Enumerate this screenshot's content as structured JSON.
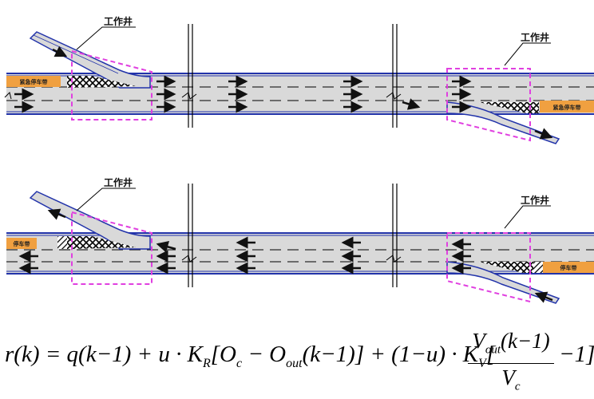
{
  "callouts": {
    "workwell": "工作井"
  },
  "shoulders": {
    "top_left": "紧急停车带",
    "top_right": "紧急停车带",
    "bottom_left": "停车带",
    "bottom_right": "停车带"
  },
  "formula": {
    "left": "r(k) = q(k−1) + u · K",
    "left_sub_R": "R",
    "mid": "[O",
    "mid_sub_c": "c",
    "mid2": " − O",
    "mid_sub_out": "out",
    "mid3": "(k−1)] + (1−u) · K",
    "mid_sub_V": "V",
    "mid4": "[",
    "frac_num": "V",
    "frac_num_sub": "out",
    "frac_num_rest": "(k−1)",
    "frac_den": "V",
    "frac_den_sub": "c",
    "right": "−1]"
  },
  "colors": {
    "road": "#d9d9d9",
    "edge": "#2233aa",
    "shoulder": "#f0a040",
    "workwell_box": "#e040e0",
    "arrow": "#111111"
  },
  "icons": [
    "arrow-right-icon",
    "arrow-left-icon",
    "break-symbol-icon",
    "hatch-gore-icon"
  ]
}
